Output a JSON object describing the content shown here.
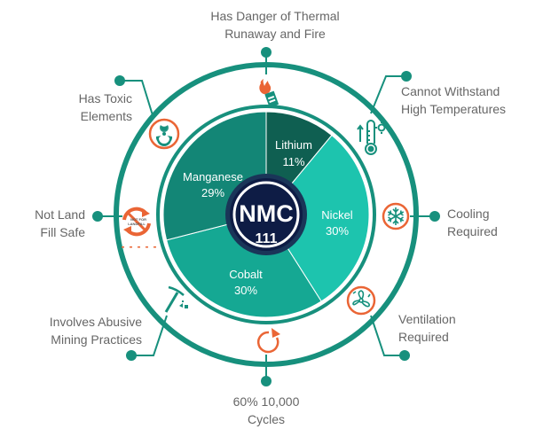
{
  "title_center": {
    "line1": "NMC",
    "line2": "111"
  },
  "colors": {
    "ring": "#17907d",
    "accent_orange": "#ea6535",
    "badge_navy": "#0e1c45",
    "lithium": "#0f5f51",
    "manganese": "#138676",
    "cobalt": "#15a893",
    "nickel": "#1dc4ae",
    "label_text": "#666666"
  },
  "chart_data": {
    "type": "pie",
    "title": "NMC 111",
    "slices": [
      {
        "name": "Lithium",
        "value": 11,
        "label": "11%"
      },
      {
        "name": "Nickel",
        "value": 30,
        "label": "30%"
      },
      {
        "name": "Cobalt",
        "value": 30,
        "label": "30%"
      },
      {
        "name": "Manganese",
        "value": 29,
        "label": "29%"
      }
    ]
  },
  "callouts": [
    {
      "id": "thermal",
      "icon": "fire-battery-icon",
      "line1": "Has Danger of Thermal",
      "line2": "Runaway and Fire"
    },
    {
      "id": "temperature",
      "icon": "thermometer-icon",
      "line1": "Cannot Withstand",
      "line2": "High Temperatures"
    },
    {
      "id": "cooling",
      "icon": "snowflake-icon",
      "line1": "Cooling",
      "line2": "Required"
    },
    {
      "id": "ventilation",
      "icon": "fan-icon",
      "line1": "Ventilation",
      "line2": "Required"
    },
    {
      "id": "cycles",
      "icon": "cycle-arrow-icon",
      "line1": "60% 10,000",
      "line2": "Cycles"
    },
    {
      "id": "mining",
      "icon": "pickaxe-icon",
      "line1": "Involves Abusive",
      "line2": "Mining Practices"
    },
    {
      "id": "landfill",
      "icon": "not-for-landfill-icon",
      "line1": "Not Land",
      "line2": "Fill Safe",
      "icon_text1": "NOT FOR",
      "icon_text2": "LANDFILL"
    },
    {
      "id": "toxic",
      "icon": "biohazard-icon",
      "line1": "Has Toxic",
      "line2": "Elements"
    }
  ]
}
